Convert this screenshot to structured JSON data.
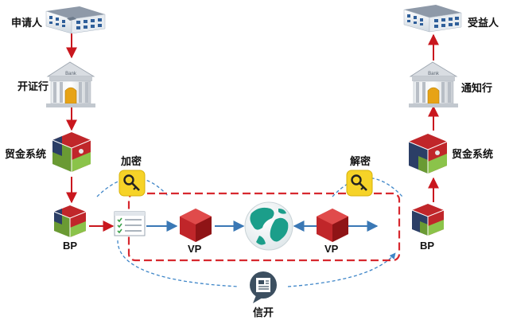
{
  "labels": {
    "applicant": "申请人",
    "issuing_bank": "开证行",
    "trade_system_left": "贸金系统",
    "bp_left": "BP",
    "encrypt": "加密",
    "vp_left": "VP",
    "vp_right": "VP",
    "decrypt": "解密",
    "beneficiary": "受益人",
    "advising_bank": "通知行",
    "trade_system_right": "贸金系统",
    "bp_right": "BP",
    "letter_of_credit": "信开"
  },
  "bank_sign": "Bank",
  "colors": {
    "flow_arrow_red": "#c9171e",
    "flow_arrow_blue": "#3a78b5",
    "dashed_blue": "#3f86c8",
    "dashed_box_red": "#d7282f",
    "key_badge": "#f6d328",
    "cube_red": "#c0262a",
    "globe_teal": "#1b9e8a",
    "document_circle": "#3c4f60"
  }
}
